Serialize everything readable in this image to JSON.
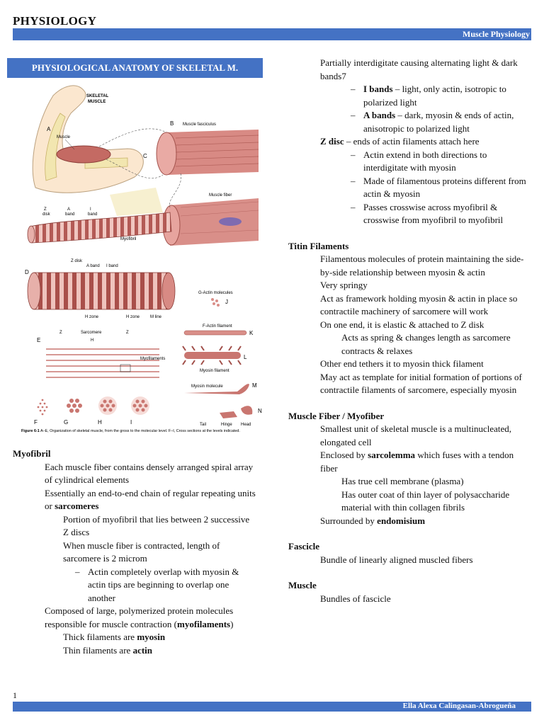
{
  "header": {
    "title": "PHYSIOLOGY",
    "topic": "Muscle Physiology"
  },
  "section_title": "PHYSIOLOGICAL ANATOMY OF SKELETAL M.",
  "figure": {
    "labels": {
      "skeletal_muscle": "SKELETAL\nMUSCLE",
      "A": "A",
      "muscle": "Muscle",
      "B": "B",
      "muscle_fasciculus": "Muscle fasciculus",
      "C": "C",
      "muscle_fiber": "Muscle fiber",
      "z_disk": "Z\ndisk",
      "a_band": "A\nband",
      "i_band": "I\nband",
      "myofibril": "Myofibril",
      "D": "D",
      "z_disk2": "Z\ndisk",
      "a_band2": "A\nband",
      "i_band2": "I\nband",
      "h_zone": "H zone",
      "h_zone2": "H zone",
      "m_line": "M line",
      "g_actin": "G-Actin molecules",
      "J": "J",
      "f_actin": "F-Actin filament",
      "K": "K",
      "E": "E",
      "sarcomere": "Sarcomere",
      "z1": "Z",
      "z2": "Z",
      "H": "H",
      "myofilaments": "Myofilaments",
      "myosin_filament": "Myosin filament",
      "L": "L",
      "myosin_molecule": "Myosin molecule",
      "M": "M",
      "N": "N",
      "tail": "Tail",
      "hinge": "Hinge",
      "head": "Head",
      "F": "F",
      "G": "G",
      "H2": "H",
      "I": "I"
    },
    "caption_bold": "Figure 6-1",
    "caption": " A–E, Organization of skeletal muscle, from the gross to the molecular level. F–I, Cross sections at the levels indicated."
  },
  "bullet_glyph": "",
  "dash_glyph": "–",
  "left": {
    "myofibril": {
      "heading": "Myofibril",
      "b1": "Each muscle fiber contains densely arranged spiral array of cylindrical elements",
      "b2_pre": "Essentially an end-to-end chain of regular repeating units or ",
      "b2_bold": "sarcomeres",
      "b2_s1": "Portion of myofibril that lies between 2 successive Z discs",
      "b2_s2": "When muscle fiber is contracted, length of sarcomere is 2 microm",
      "b2_s2_d1": "Actin completely overlap with myosin & actin tips are beginning to overlap one another",
      "b3_pre": "Composed of large, polymerized protein molecules responsible for muscle contraction (",
      "b3_bold": "myofilaments",
      "b3_post": ")",
      "b3_s1_pre": "Thick filaments are ",
      "b3_s1_bold": "myosin",
      "b3_s2_pre": "Thin filaments are ",
      "b3_s2_bold": "actin"
    }
  },
  "right": {
    "bands": {
      "b1": "Partially interdigitate causing alternating light & dark bands7",
      "d1_bold": "I bands",
      "d1": " – light, only actin, isotropic to polarized light",
      "d2_bold": "A bands",
      "d2": " – dark, myosin & ends of actin, anisotropic to polarized light",
      "b2_bold": "Z disc",
      "b2": " – ends of actin filaments attach here",
      "d3": "Actin extend in both directions to interdigitate with myosin",
      "d4": "Made of filamentous proteins different from actin & myosin",
      "d5": "Passes crosswise across myofibril & crosswise from myofibril to myofibril"
    },
    "titin": {
      "heading": "Titin Filaments",
      "b1": "Filamentous molecules of protein maintaining the side-by-side relationship between myosin & actin",
      "b2": "Very springy",
      "b3": "Act as framework holding myosin & actin in place so contractile machinery of sarcomere will work",
      "b4": "On one end, it is elastic & attached to Z disk",
      "b4_s1": "Acts as spring & changes length as sarcomere contracts & relaxes",
      "b5": "Other end tethers it to myosin thick filament",
      "b6": "May act as template for initial formation of portions of contractile filaments of sarcomere, especially myosin"
    },
    "fiber": {
      "heading": "Muscle Fiber / Myofiber",
      "b1": "Smallest unit of skeletal muscle is a multinucleated, elongated cell",
      "b2_pre": "Enclosed by ",
      "b2_bold": "sarcolemma",
      "b2_post": " which fuses with a tendon fiber",
      "b2_s1": "Has true cell membrane (plasma)",
      "b2_s2": "Has outer coat of thin layer of polysaccharide material with thin collagen fibrils",
      "b3_pre": "Surrounded by ",
      "b3_bold": "endomisium"
    },
    "fascicle": {
      "heading": "Fascicle",
      "b1": "Bundle of linearly aligned muscled fibers"
    },
    "muscle": {
      "heading": "Muscle",
      "b1": "Bundles of fascicle"
    }
  },
  "footer": {
    "page": "1",
    "author": "Ella Alexa Calingasan-Abrogueña"
  },
  "colors": {
    "accent": "#4472c4",
    "muscle": "#b85c58",
    "muscle_light": "#e6a8a2",
    "bone": "#f2e6b0"
  }
}
